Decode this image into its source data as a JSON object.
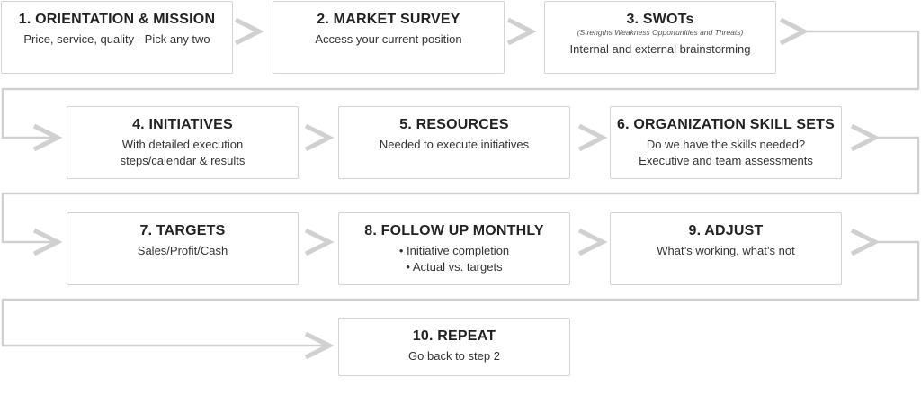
{
  "steps": [
    {
      "title": "1. ORIENTATION & MISSION",
      "lines": [
        "Price, service, quality - Pick any two"
      ]
    },
    {
      "title": "2. MARKET SURVEY",
      "lines": [
        "Access your current position"
      ]
    },
    {
      "title": "3. SWOTs",
      "subtitle": "(Strengths Weakness Opportunities and Threats)",
      "lines": [
        "Internal and external brainstorming"
      ]
    },
    {
      "title": "4. INITIATIVES",
      "lines": [
        "With detailed execution",
        "steps/calendar & results"
      ]
    },
    {
      "title": "5. RESOURCES",
      "lines": [
        "Needed to execute initiatives"
      ]
    },
    {
      "title": "6. ORGANIZATION SKILL SETS",
      "lines": [
        "Do we have the skills needed?",
        "Executive and team assessments"
      ]
    },
    {
      "title": "7. TARGETS",
      "lines": [
        "Sales/Profit/Cash"
      ]
    },
    {
      "title": "8. FOLLOW UP MONTHLY",
      "lines": [
        "• Initiative completion",
        "• Actual vs. targets"
      ]
    },
    {
      "title": "9. ADJUST",
      "lines": [
        "What’s working, what’s not"
      ]
    },
    {
      "title": "10. REPEAT",
      "lines": [
        "Go back to step 2"
      ]
    }
  ],
  "colors": {
    "arrow": "#d0d0d0",
    "box_border": "#d4d4d4",
    "text": "#222222"
  }
}
